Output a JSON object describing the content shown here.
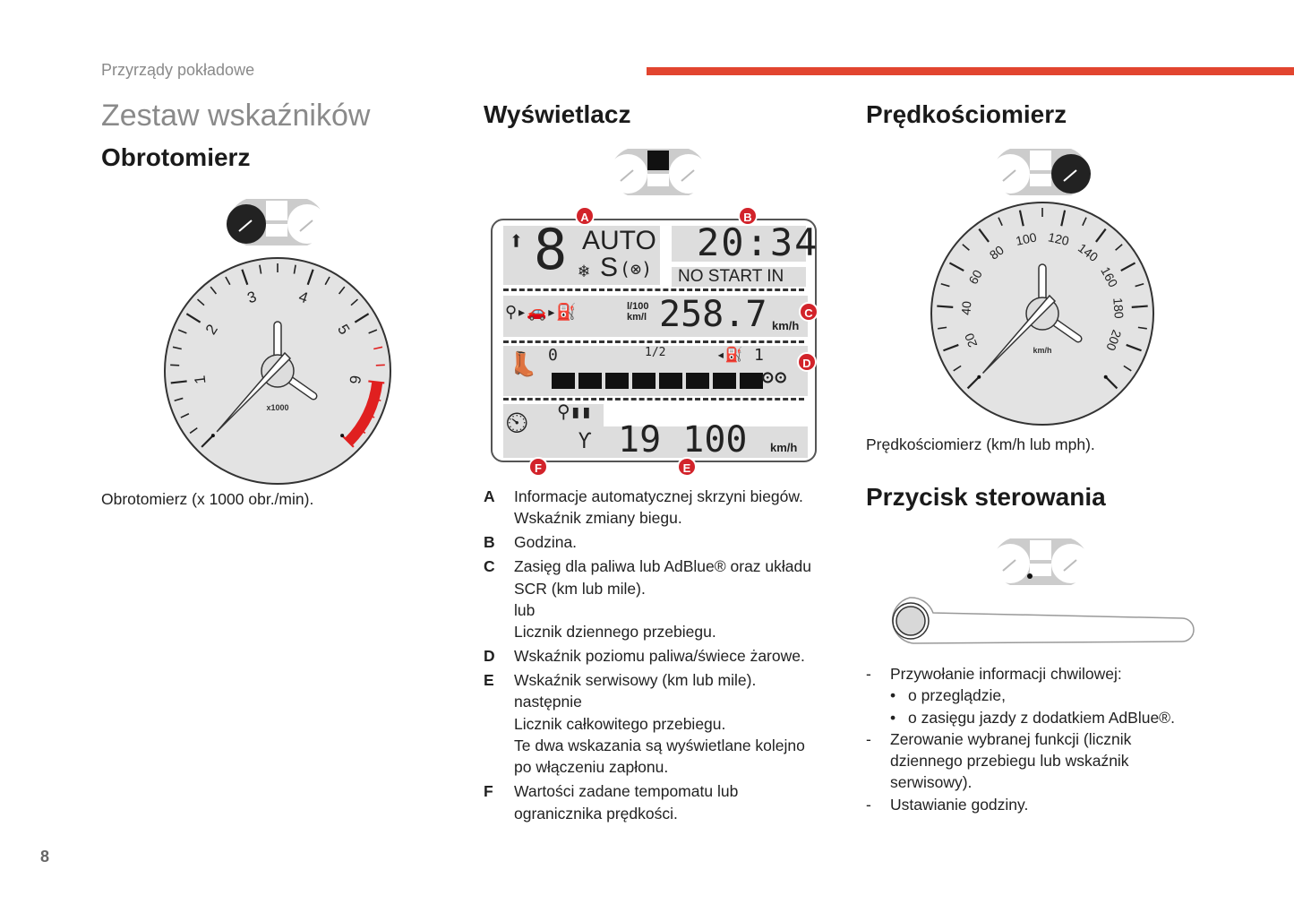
{
  "header": {
    "section": "Przyrządy pokładowe",
    "accent_color": "#e2452f",
    "page_number": "8"
  },
  "left": {
    "title": "Zestaw wskaźników",
    "subtitle": "Obrotomierz",
    "gauge": {
      "labels": [
        "1",
        "2",
        "3",
        "4",
        "5",
        "6"
      ],
      "unit": "x1000",
      "range": [
        0,
        7
      ],
      "red_zone_from": 5.5
    },
    "caption": "Obrotomierz (x 1000 obr./min)."
  },
  "middle": {
    "title": "Wyświetlacz",
    "display": {
      "gear": "8",
      "mode": "AUTO",
      "sport": "S",
      "clock": "20:34",
      "message": "NO START IN",
      "consumption_units": [
        "l/100",
        "km/l"
      ],
      "range_value": "258.7",
      "range_unit": "km/h",
      "fuel_scale": [
        "0",
        "1/2",
        "1"
      ],
      "odometer": "19 100",
      "odometer_unit": "km/h",
      "badges": [
        "A",
        "B",
        "C",
        "D",
        "E",
        "F"
      ]
    },
    "legend": [
      {
        "key": "A",
        "lines": [
          "Informacje automatycznej skrzyni biegów.",
          "Wskaźnik zmiany biegu."
        ]
      },
      {
        "key": "B",
        "lines": [
          "Godzina."
        ]
      },
      {
        "key": "C",
        "lines": [
          "Zasięg dla paliwa lub AdBlue® oraz układu",
          "SCR (km lub mile).",
          "lub",
          "Licznik dziennego przebiegu."
        ]
      },
      {
        "key": "D",
        "lines": [
          "Wskaźnik poziomu paliwa/świece żarowe."
        ]
      },
      {
        "key": "E",
        "lines": [
          "Wskaźnik serwisowy (km lub mile).",
          "następnie",
          "Licznik całkowitego przebiegu.",
          "Te dwa wskazania są wyświetlane kolejno",
          "po włączeniu zapłonu."
        ]
      },
      {
        "key": "F",
        "lines": [
          "Wartości zadane tempomatu lub",
          "ogranicznika prędkości."
        ]
      }
    ]
  },
  "right": {
    "title": "Prędkościomierz",
    "gauge": {
      "labels": [
        "20",
        "40",
        "60",
        "80",
        "100",
        "120",
        "140",
        "160",
        "180",
        "200"
      ],
      "unit": "km/h",
      "range": [
        0,
        220
      ]
    },
    "caption": "Prędkościomierz (km/h lub mph).",
    "title2": "Przycisk sterowania",
    "list": [
      {
        "type": "dash",
        "text": "Przywołanie informacji chwilowej:"
      },
      {
        "type": "bullet",
        "text": "o przeglądzie,"
      },
      {
        "type": "bullet",
        "text": "o zasięgu jazdy z dodatkiem AdBlue®."
      },
      {
        "type": "dash",
        "text": "Zerowanie wybranej funkcji (licznik"
      },
      {
        "type": "cont",
        "text": "dziennego przebiegu lub wskaźnik"
      },
      {
        "type": "cont",
        "text": "serwisowy)."
      },
      {
        "type": "dash",
        "text": "Ustawianie godziny."
      }
    ]
  }
}
